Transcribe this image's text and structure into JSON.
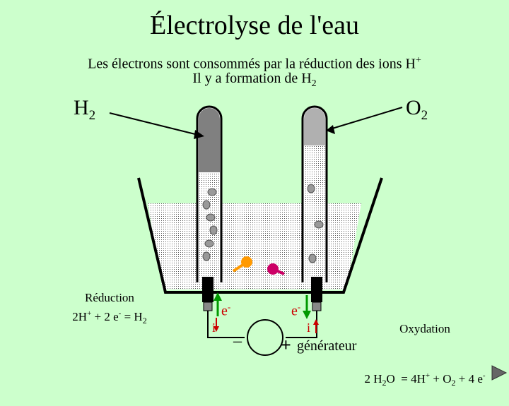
{
  "title": "Électrolyse de l'eau",
  "subtitle": {
    "line1_text": "Les électrons sont consommés par la réduction des ions H",
    "line1_sup": "+",
    "line2_text": "Il y a formation de H",
    "line2_sub": "2"
  },
  "gases": {
    "left": "H",
    "left_sub": "2",
    "right": "O",
    "right_sub": "2"
  },
  "reduction": {
    "heading": "Réduction",
    "eq": [
      "2H",
      "+",
      " + 2 e",
      "-",
      " = H",
      "2"
    ]
  },
  "oxydation": {
    "heading": "Oxydation",
    "eq": [
      "2 H",
      "2",
      "O  = 4H",
      "+",
      " + O",
      "2",
      " + 4 e",
      "-"
    ]
  },
  "electron_labels": {
    "left": "e",
    "right": "e",
    "sup": "-"
  },
  "current_label": "i",
  "generator": {
    "minus": "–",
    "plus": "+",
    "label": "générateur"
  },
  "colors": {
    "background": "#ccffcc",
    "h2_gas": "#808080",
    "o2_gas": "#b0b0b0",
    "arrows": "#009900",
    "current": "#cc0000",
    "ion_h": "#ff9900",
    "ion_oh": "#cc0066"
  },
  "icons": [
    "play-next-icon"
  ]
}
